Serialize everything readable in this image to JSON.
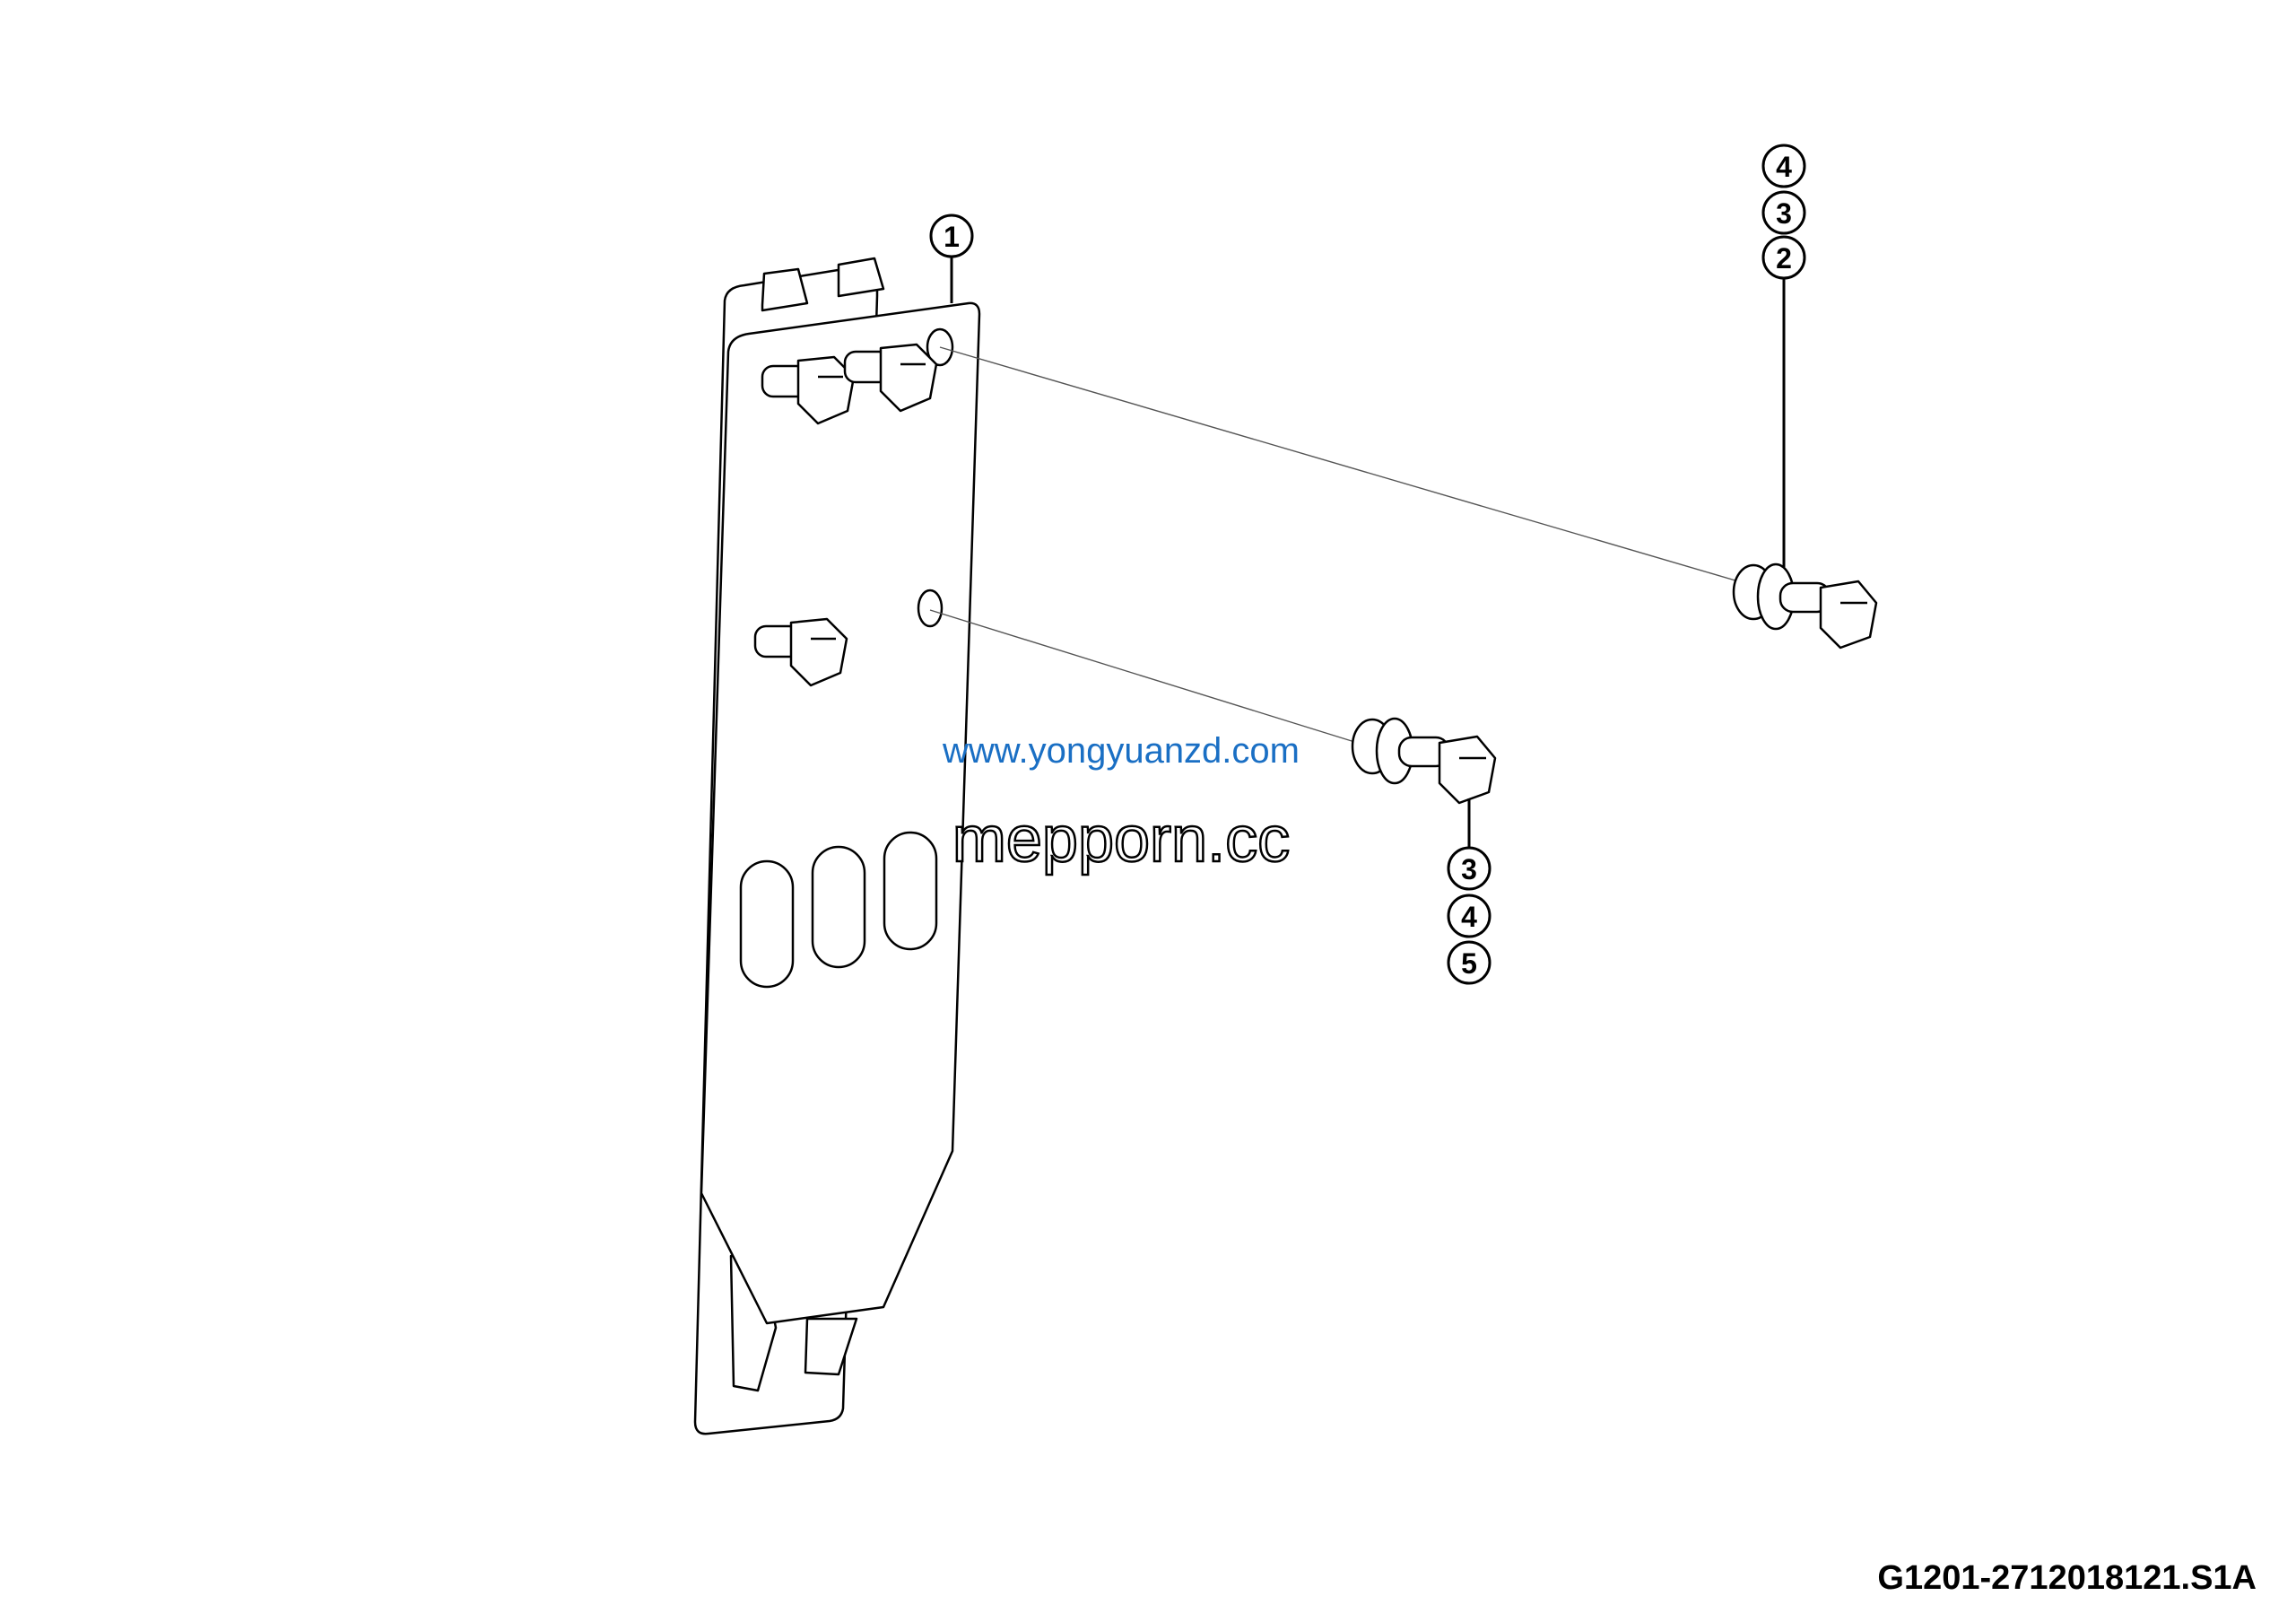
{
  "callouts": {
    "plate": "1",
    "upper_group": [
      "4",
      "3",
      "2"
    ],
    "lower_group": [
      "3",
      "4",
      "5"
    ]
  },
  "watermarks": {
    "outline": "mepporn.cc",
    "blue": "www.yongyuanzd.com"
  },
  "drawing_code": "G1201-2712018121.S1A",
  "colors": {
    "line": "#000000",
    "watermark_blue": "#1a6fc4"
  }
}
